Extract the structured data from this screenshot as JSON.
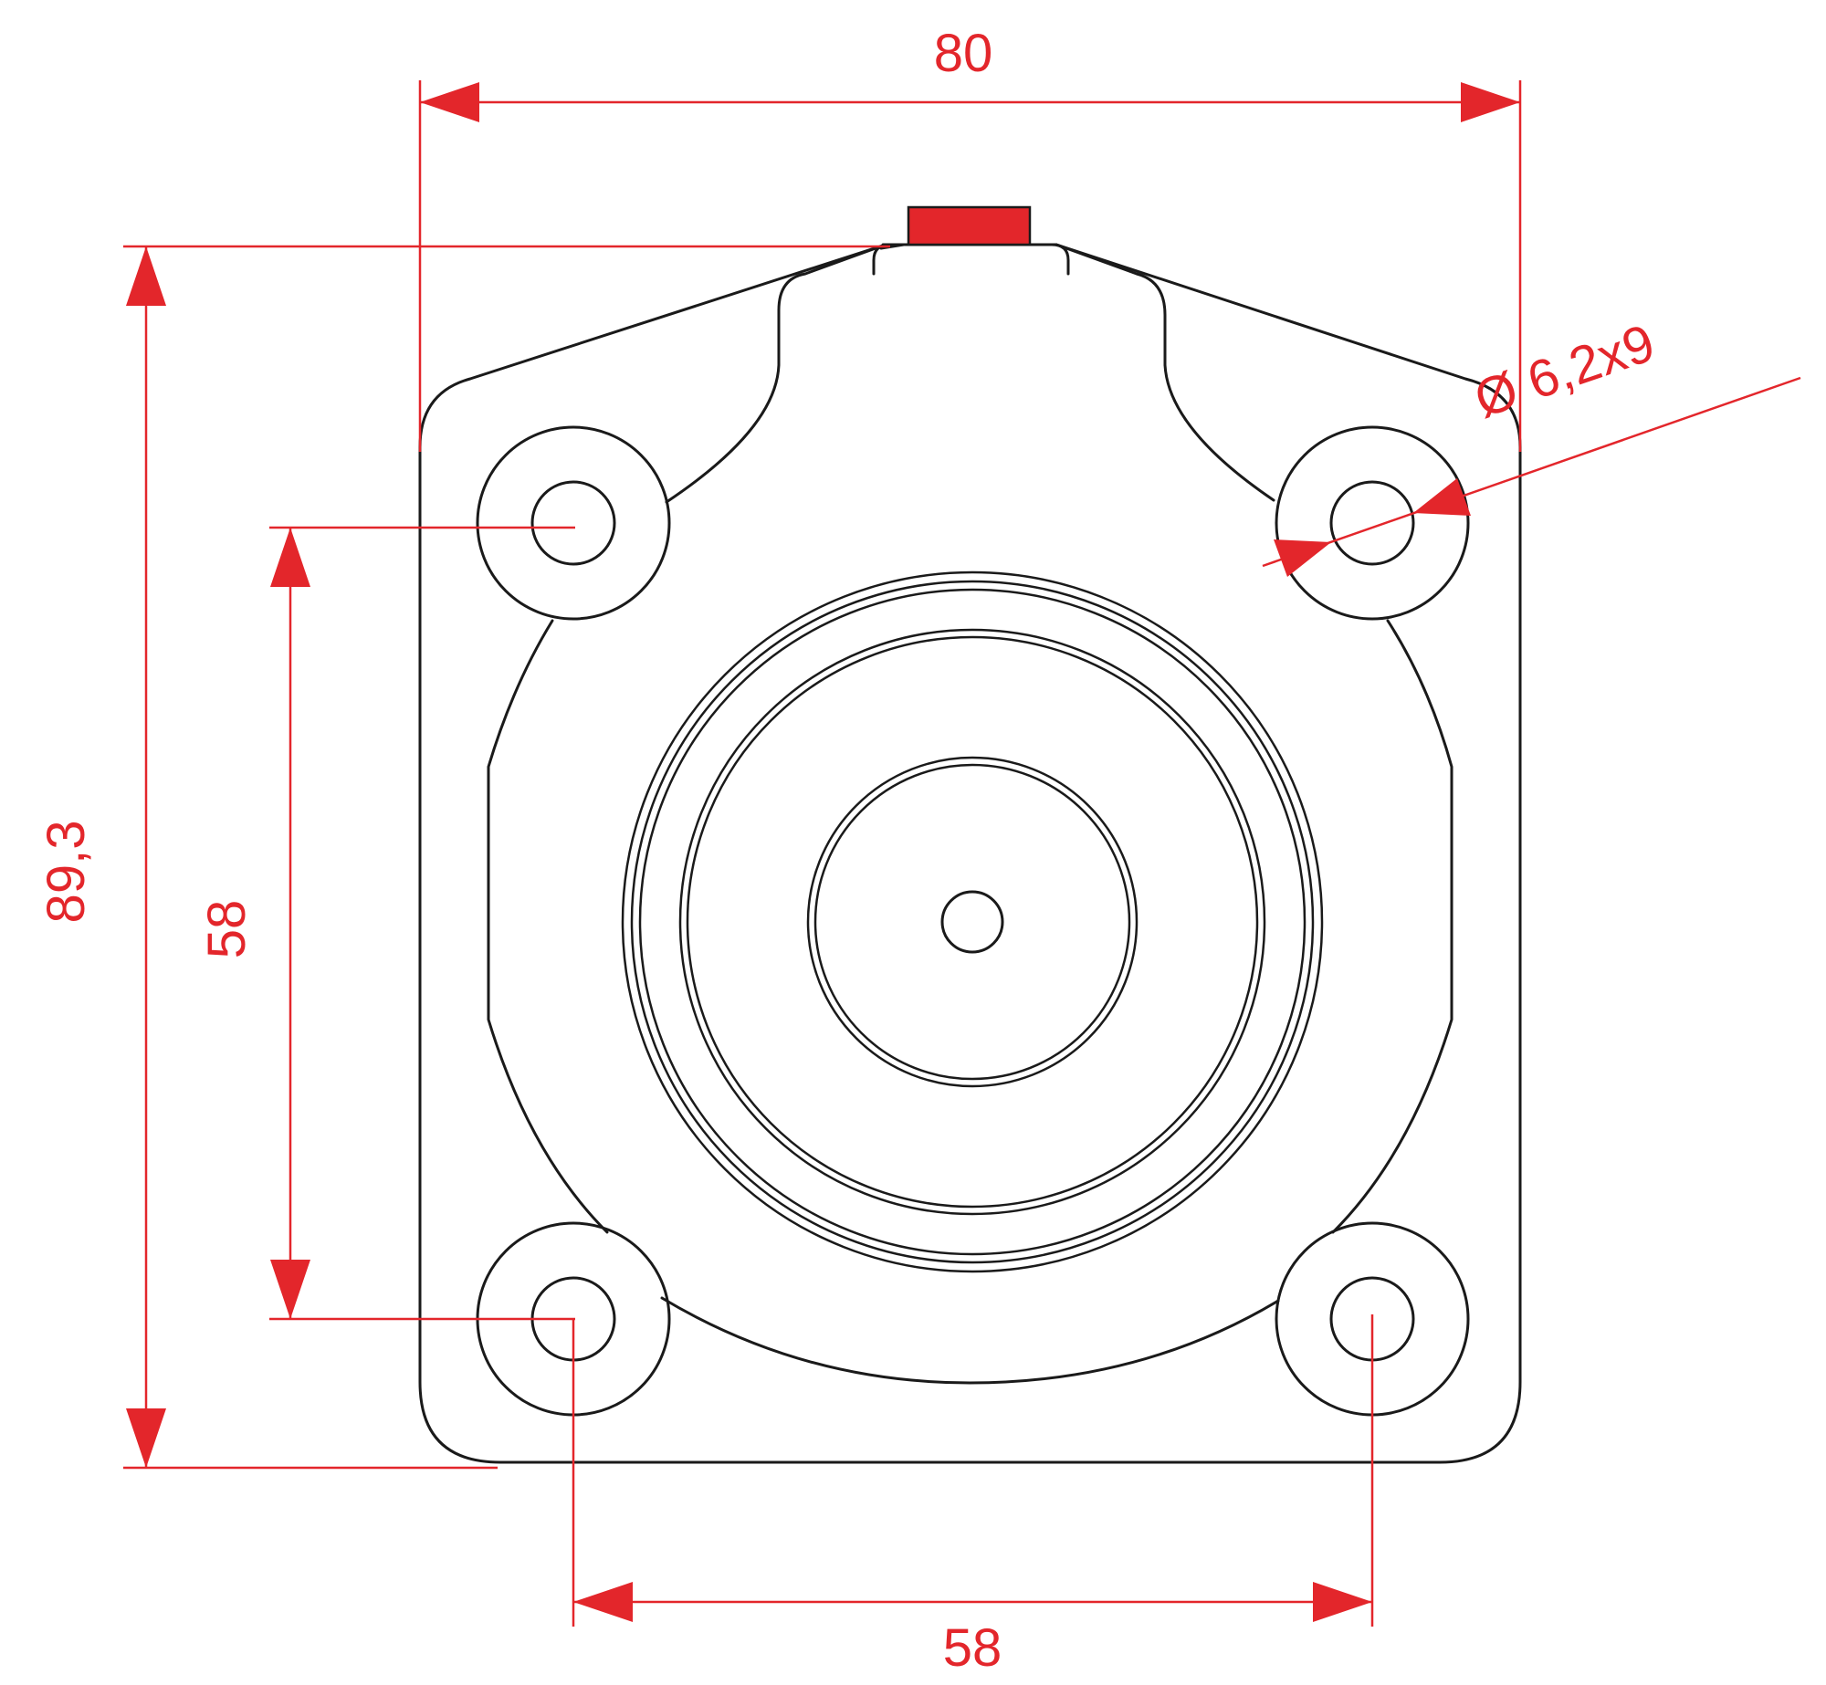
{
  "dimensions": {
    "overall_width": "80",
    "overall_height": "89,3",
    "bolt_spacing_vertical": "58",
    "bolt_spacing_horizontal": "58",
    "bolt_hole": "Ø 6,2x9"
  },
  "colors": {
    "dimension": "#e3262b",
    "outline": "#1a1a1a",
    "key": "#e3262b"
  }
}
